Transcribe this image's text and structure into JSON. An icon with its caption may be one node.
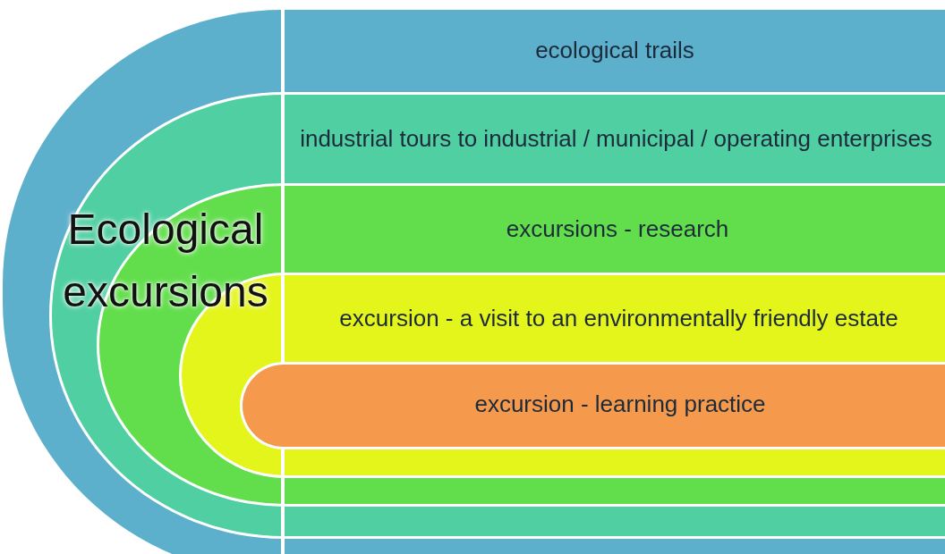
{
  "diagram": {
    "nodes": [
      {
        "text": [
          "ecological trails"
        ]
      },
      {
        "text": [
          "industrial tours to industrial / municipal / operating enterprises"
        ],
        "in": 0
      },
      {
        "text": [
          "excursions - research"
        ],
        "in": 1
      },
      {
        "text": [
          "excursion - a visit to an environmentally friendly estate"
        ],
        "in": 2
      },
      {
        "text": [
          "excursion - learning practice"
        ],
        "in": 3
      }
    ],
    "labels": [
      "Ecological excursions"
    ]
  }
}
